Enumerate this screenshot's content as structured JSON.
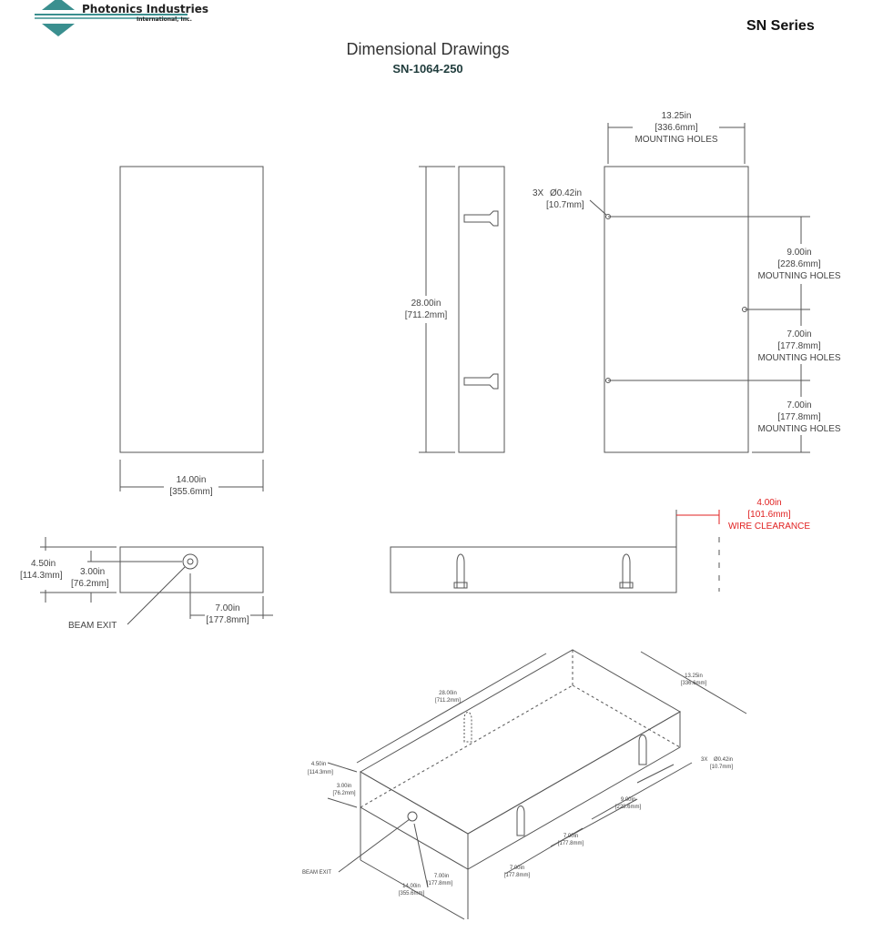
{
  "header": {
    "company_line1": "Photonics Industries",
    "company_line2": "International, Inc.",
    "series": "SN Series",
    "title": "Dimensional Drawings",
    "model": "SN-1064-250"
  },
  "dims": {
    "top_width_in": "13.25in",
    "top_width_mm": "[336.6mm]",
    "mounting_holes": "MOUNTING HOLES",
    "hole_qty": "3X",
    "hole_dia_in": "Ø0.42in",
    "hole_dia_mm": "[10.7mm]",
    "d9_in": "9.00in",
    "d9_mm": "[228.6mm]",
    "d9_label": "MOUTNING HOLES",
    "d7a_in": "7.00in",
    "d7a_mm": "[177.8mm]",
    "d7a_label": "MOUNTING HOLES",
    "d7b_in": "7.00in",
    "d7b_mm": "[177.8mm]",
    "d7b_label": "MOUNTING HOLES",
    "len_in": "28.00in",
    "len_mm": "[711.2mm]",
    "width_in": "14.00in",
    "width_mm": "[355.6mm]",
    "h_in": "4.50in",
    "h_mm": "[114.3mm]",
    "beam_h_in": "3.00in",
    "beam_h_mm": "[76.2mm]",
    "beam_x_in": "7.00in",
    "beam_x_mm": "[177.8mm]",
    "beam_exit": "BEAM EXIT",
    "wire_in": "4.00in",
    "wire_mm": "[101.6mm]",
    "wire_label": "WIRE CLEARANCE"
  },
  "iso": {
    "len_in": "28.00in",
    "len_mm": "[711.2mm]",
    "w_in": "13.25in",
    "w_mm": "[336.6mm]",
    "hole_qty": "3X",
    "hole_dia_in": "Ø0.42in",
    "hole_dia_mm": "[10.7mm]",
    "h_in": "4.50in",
    "h_mm": "[114.3mm]",
    "beam_h_in": "3.00in",
    "beam_h_mm": "[76.2mm]",
    "d9_in": "9.00in",
    "d9_mm": "[228.6mm]",
    "d7a_in": "7.00in",
    "d7a_mm": "[177.8mm]",
    "d7b_in": "7.00in",
    "d7b_mm": "[177.8mm]",
    "beam_x_in": "7.00in",
    "beam_x_mm": "[177.8mm]",
    "width_in": "14.00in",
    "width_mm": "[355.6mm]",
    "beam_exit": "BEAM EXIT"
  },
  "colors": {
    "logo": "#3a8f8f",
    "dimension_red": "#e02020",
    "line": "#555555"
  }
}
